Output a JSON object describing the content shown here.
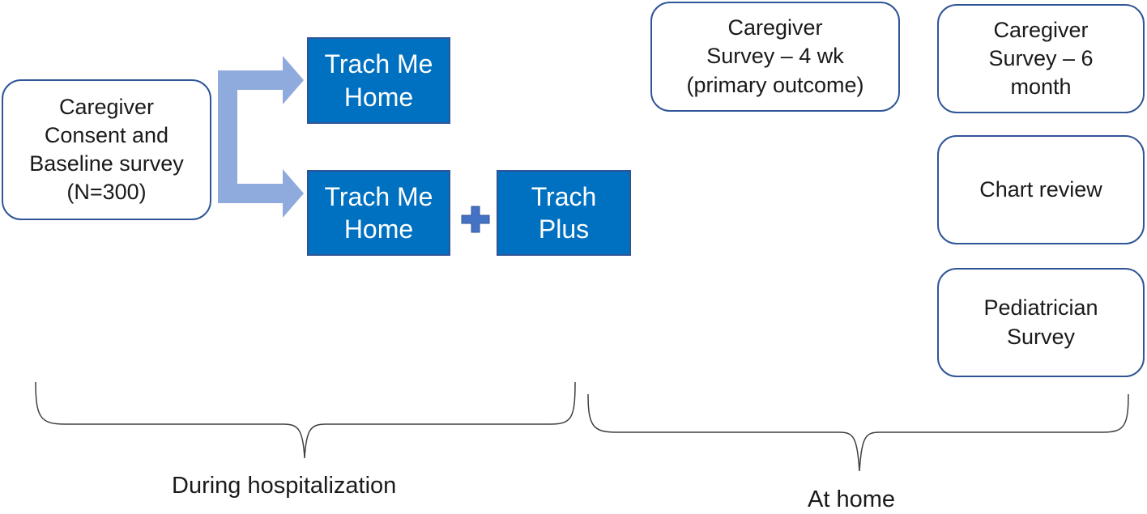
{
  "colors": {
    "box_border": "#2f5597",
    "treatment_fill": "#0070c0",
    "arrow_fill": "#8faadc",
    "plus_fill": "#4472c4",
    "brace_stroke": "#404040"
  },
  "icons": {
    "branch_arrow": "right-branching-arrow",
    "plus": "plus-sign",
    "brace": "curly-brace"
  },
  "enrollment": {
    "label": "Caregiver\nConsent and\nBaseline survey\n(N=300)"
  },
  "arms": [
    {
      "label": "Trach Me\nHome"
    },
    {
      "label": "Trach Me\nHome"
    }
  ],
  "addon": {
    "label": "Trach\nPlus"
  },
  "outcomes": {
    "survey_4wk": "Caregiver\nSurvey – 4 wk\n(primary outcome)",
    "survey_6mo": "Caregiver\nSurvey – 6\nmonth",
    "chart_review": "Chart review",
    "pediatrician": "Pediatrician\nSurvey"
  },
  "phases": {
    "hospital": "During hospitalization",
    "home": "At home"
  }
}
